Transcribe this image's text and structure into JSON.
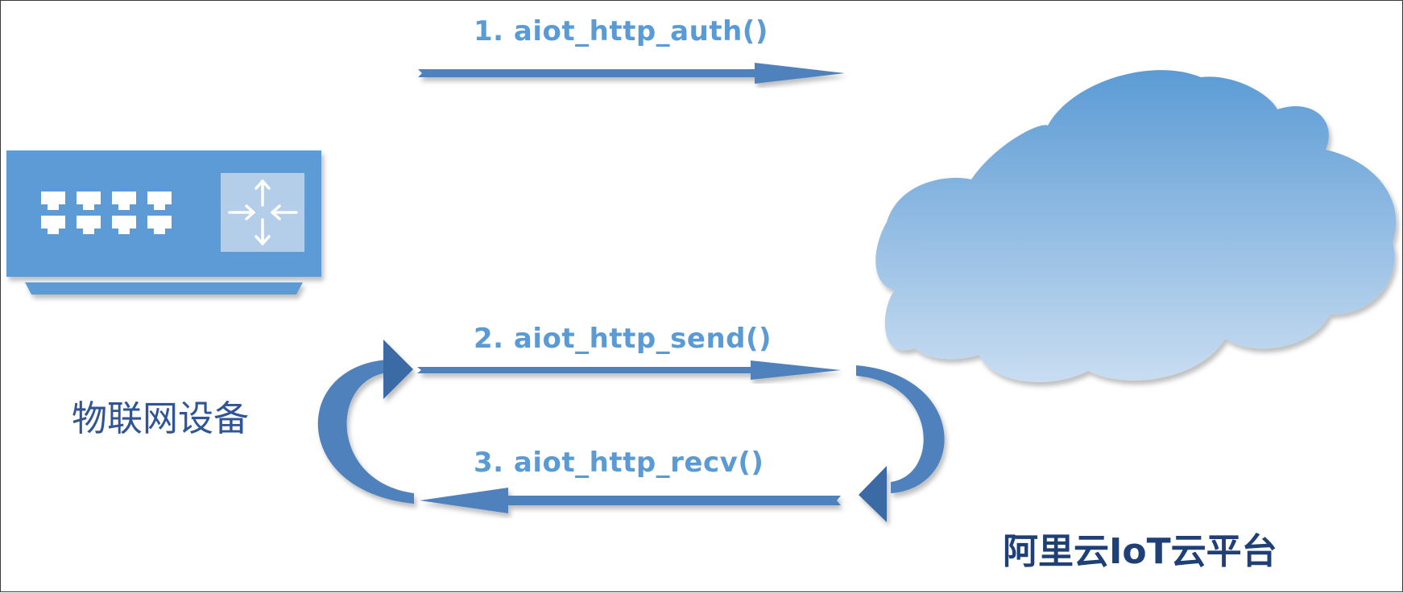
{
  "steps": [
    {
      "label": "1. aiot_http_auth()",
      "direction": "device-to-cloud"
    },
    {
      "label": "2. aiot_http_send()",
      "direction": "device-to-cloud"
    },
    {
      "label": "3. aiot_http_recv()",
      "direction": "cloud-to-device"
    }
  ],
  "nodes": {
    "device": {
      "label": "物联网设备",
      "icon": "network-switch-icon"
    },
    "cloud": {
      "label": "阿里云IoT云平台",
      "icon": "cloud-icon"
    }
  },
  "colors": {
    "arrow": "#4f81bd",
    "arrow_dark": "#3a6ba5",
    "label": "#5b9bd5",
    "device_fill": "#5b9bd5",
    "device_panel": "#b4cde8",
    "device_label": "#2f5597",
    "cloud_top": "#5b9bd5",
    "cloud_bottom": "#c9ddf1",
    "cloud_label": "#1f3f77"
  }
}
